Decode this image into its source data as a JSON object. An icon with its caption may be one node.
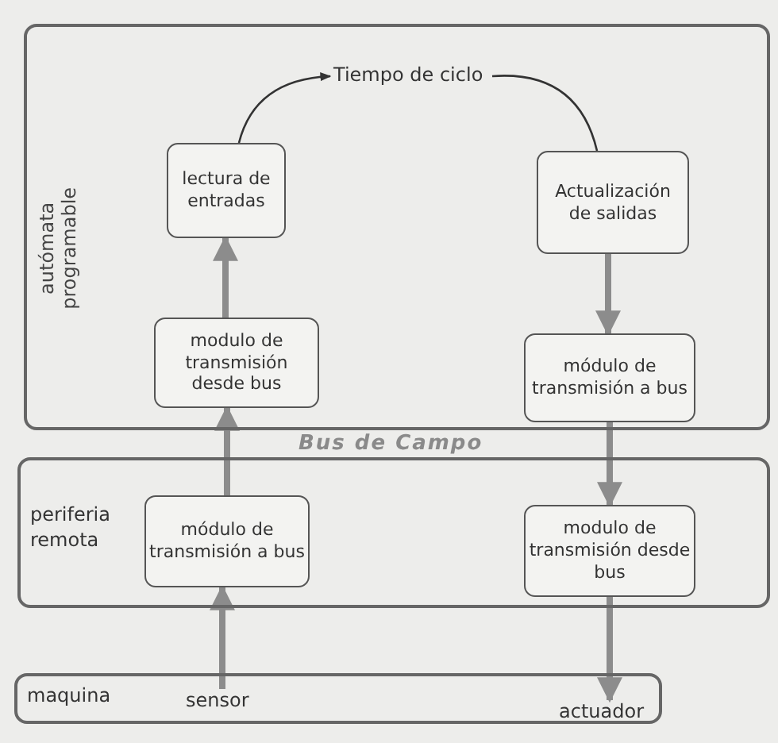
{
  "diagram": {
    "nodes": [
      {
        "text": [
          "autómata programable"
        ]
      },
      {
        "text": [
          "Tiempo de ciclo"
        ],
        "in": 0
      },
      {
        "text": [
          "lectura de entradas"
        ],
        "in": 0
      },
      {
        "text": [
          "Actualización de salidas"
        ],
        "in": 0
      },
      {
        "text": [
          "modulo de transmisión desde bus"
        ],
        "in": 0
      },
      {
        "text": [
          "módulo de transmisión a bus"
        ],
        "in": 0
      },
      {
        "text": [
          "periferia remota"
        ]
      },
      {
        "text": [
          "módulo de transmisión a bus"
        ],
        "in": 6
      },
      {
        "text": [
          "modulo de transmisión desde bus"
        ],
        "in": 6
      },
      {
        "text": [
          "maquina"
        ]
      },
      {
        "text": [
          "sensor"
        ],
        "in": 9
      },
      {
        "text": [
          "actuador"
        ],
        "in": 9
      }
    ],
    "edges": [
      {
        "from": 2,
        "to": 1,
        "arrow": "to",
        "color": "#333333"
      },
      {
        "from": 1,
        "to": 3,
        "arrow": "none",
        "color": "#333333"
      },
      {
        "from": 4,
        "to": 2,
        "arrow": "to"
      },
      {
        "from": 3,
        "to": 5,
        "arrow": "to"
      },
      {
        "from": 7,
        "to": 4,
        "arrow": "to"
      },
      {
        "from": 5,
        "to": 8,
        "arrow": "to"
      },
      {
        "from": 10,
        "to": 7,
        "arrow": "to"
      },
      {
        "from": 8,
        "to": 11,
        "arrow": "to"
      }
    ],
    "labels": [
      "Bus de Campo"
    ]
  }
}
